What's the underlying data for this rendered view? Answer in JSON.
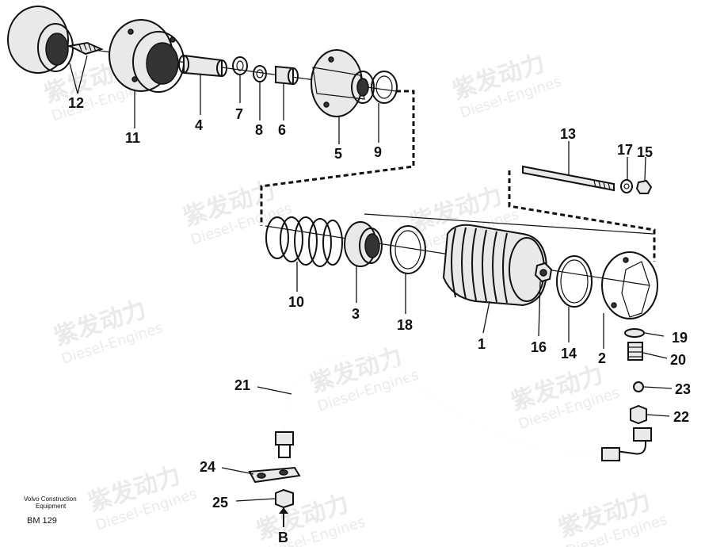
{
  "watermark": {
    "brand_cn": "紫发动力",
    "brand_en": "Diesel-Engines"
  },
  "footer": {
    "manufacturer_line1": "Volvo Construction",
    "manufacturer_line2": "Equipment",
    "drawing_code": "BM 129"
  },
  "callouts": {
    "c1": "1",
    "c2": "2",
    "c3": "3",
    "c4": "4",
    "c5": "5",
    "c6": "6",
    "c7": "7",
    "c8": "8",
    "c9": "9",
    "c10": "10",
    "c11": "11",
    "c12": "12",
    "c13": "13",
    "c14": "14",
    "c15": "15",
    "c16": "16",
    "c17": "17",
    "c18": "18",
    "c19": "19",
    "c20": "20",
    "c21": "21",
    "c22": "22",
    "c23": "23",
    "c24": "24",
    "c25": "25",
    "cB": "B"
  }
}
